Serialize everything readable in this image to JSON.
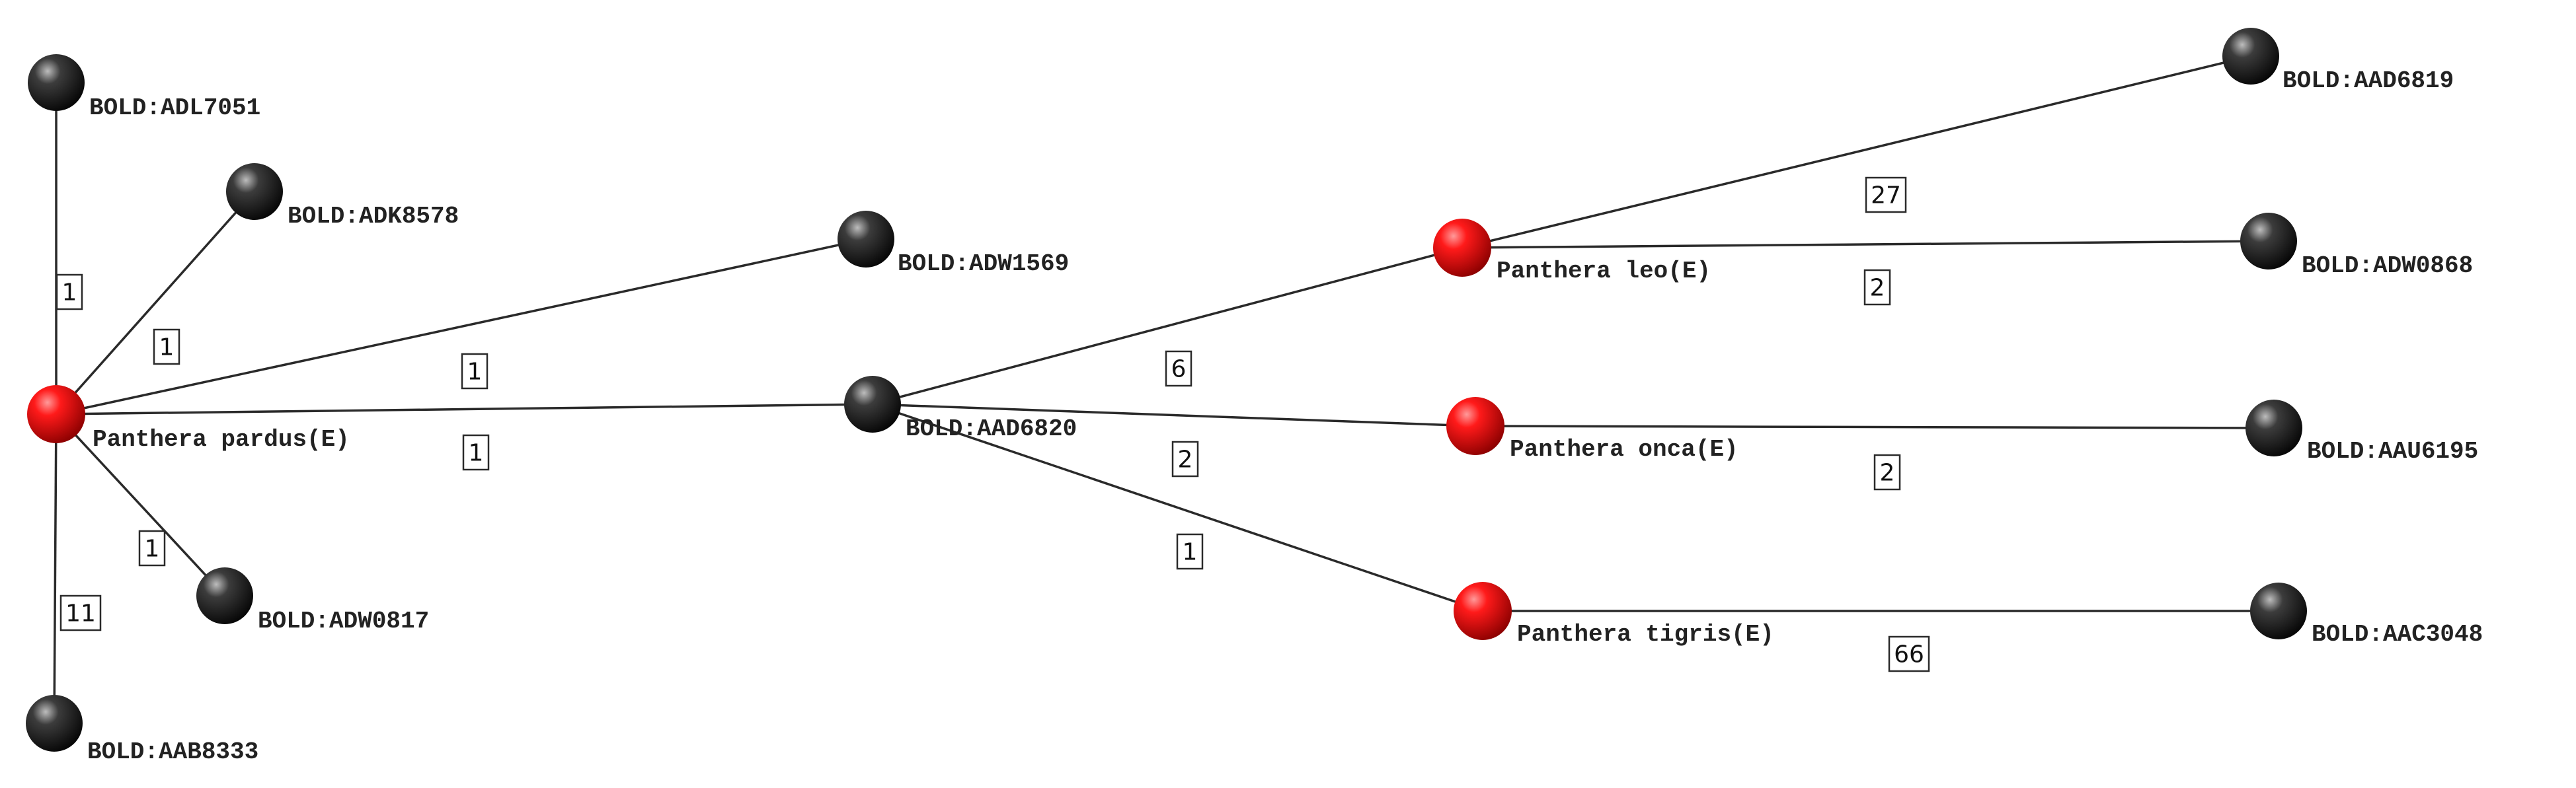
{
  "network": {
    "nodes": [
      {
        "id": "pardus",
        "label": "Panthera pardus(E)",
        "type": "species"
      },
      {
        "id": "adl7051",
        "label": "BOLD:ADL7051",
        "type": "bin"
      },
      {
        "id": "adk8578",
        "label": "BOLD:ADK8578",
        "type": "bin"
      },
      {
        "id": "adw0817",
        "label": "BOLD:ADW0817",
        "type": "bin"
      },
      {
        "id": "aab8333",
        "label": "BOLD:AAB8333",
        "type": "bin"
      },
      {
        "id": "adw1569",
        "label": "BOLD:ADW1569",
        "type": "bin"
      },
      {
        "id": "aad6820",
        "label": "BOLD:AAD6820",
        "type": "bin"
      },
      {
        "id": "leo",
        "label": "Panthera leo(E)",
        "type": "species"
      },
      {
        "id": "onca",
        "label": "Panthera onca(E)",
        "type": "species"
      },
      {
        "id": "tigris",
        "label": "Panthera tigris(E)",
        "type": "species"
      },
      {
        "id": "aad6819",
        "label": "BOLD:AAD6819",
        "type": "bin"
      },
      {
        "id": "adw0868",
        "label": "BOLD:ADW0868",
        "type": "bin"
      },
      {
        "id": "aau6195",
        "label": "BOLD:AAU6195",
        "type": "bin"
      },
      {
        "id": "aac3048",
        "label": "BOLD:AAC3048",
        "type": "bin"
      }
    ],
    "edges": [
      {
        "source": "pardus",
        "target": "adl7051",
        "weight": "1"
      },
      {
        "source": "pardus",
        "target": "adk8578",
        "weight": "1"
      },
      {
        "source": "pardus",
        "target": "adw0817",
        "weight": "1"
      },
      {
        "source": "pardus",
        "target": "aab8333",
        "weight": "11"
      },
      {
        "source": "pardus",
        "target": "adw1569",
        "weight": "1"
      },
      {
        "source": "pardus",
        "target": "aad6820",
        "weight": "1"
      },
      {
        "source": "aad6820",
        "target": "leo",
        "weight": "6"
      },
      {
        "source": "aad6820",
        "target": "onca",
        "weight": "2"
      },
      {
        "source": "aad6820",
        "target": "tigris",
        "weight": "1"
      },
      {
        "source": "leo",
        "target": "aad6819",
        "weight": "27"
      },
      {
        "source": "leo",
        "target": "adw0868",
        "weight": "2"
      },
      {
        "source": "onca",
        "target": "aau6195",
        "weight": "2"
      },
      {
        "source": "tigris",
        "target": "aac3048",
        "weight": "66"
      }
    ],
    "colors": {
      "species": "#e00000",
      "bin": "#2b2b2b",
      "edge": "#2a2a2a"
    }
  }
}
